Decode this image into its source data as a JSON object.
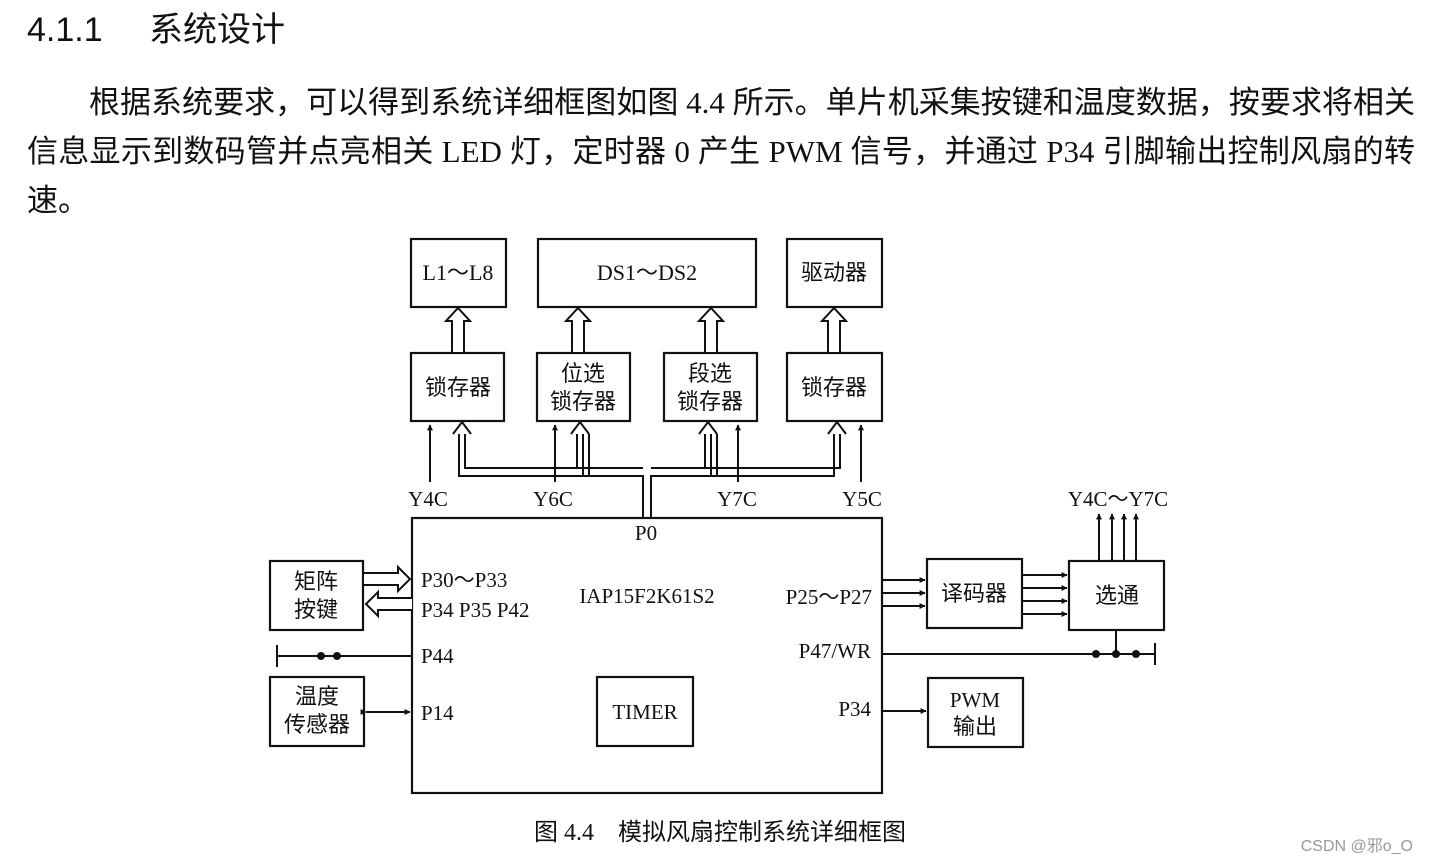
{
  "section": {
    "number": "4.1.1",
    "title": "系统设计"
  },
  "paragraph": "根据系统要求，可以得到系统详细框图如图 4.4 所示。单片机采集按键和温度数据，按要求将相关信息显示到数码管并点亮相关 LED 灯，定时器 0 产生 PWM 信号，并通过 P34 引脚输出控制风扇的转速。",
  "diagram": {
    "outputs": {
      "leds": "L1～L8",
      "digits": "DS1～DS2",
      "driver": "驱动器"
    },
    "latches": {
      "latch_left": "锁存器",
      "bit_select_1": "位选",
      "bit_select_2": "锁存器",
      "seg_select_1": "段选",
      "seg_select_2": "锁存器",
      "latch_right": "锁存器"
    },
    "select_signals": {
      "y4c": "Y4C",
      "y6c": "Y6C",
      "y7c": "Y7C",
      "y5c": "Y5C",
      "range": "Y4C～Y7C"
    },
    "mcu": {
      "name": "IAP15F2K61S2",
      "timer": "TIMER",
      "port_p0": "P0",
      "port_p30_p33": "P30～P33",
      "port_p34_p35_p42": "P34 P35 P42",
      "port_p44": "P44",
      "port_p14": "P14",
      "port_p25_p27": "P25～P27",
      "port_p47_wr": "P47/WR",
      "port_p34": "P34"
    },
    "keypad_1": "矩阵",
    "keypad_2": "按键",
    "temp_1": "温度",
    "temp_2": "传感器",
    "decoder": "译码器",
    "gating": "选通",
    "pwm_1": "PWM",
    "pwm_2": "输出"
  },
  "caption": "图 4.4　模拟风扇控制系统详细框图",
  "watermark": "CSDN @邪o_O"
}
